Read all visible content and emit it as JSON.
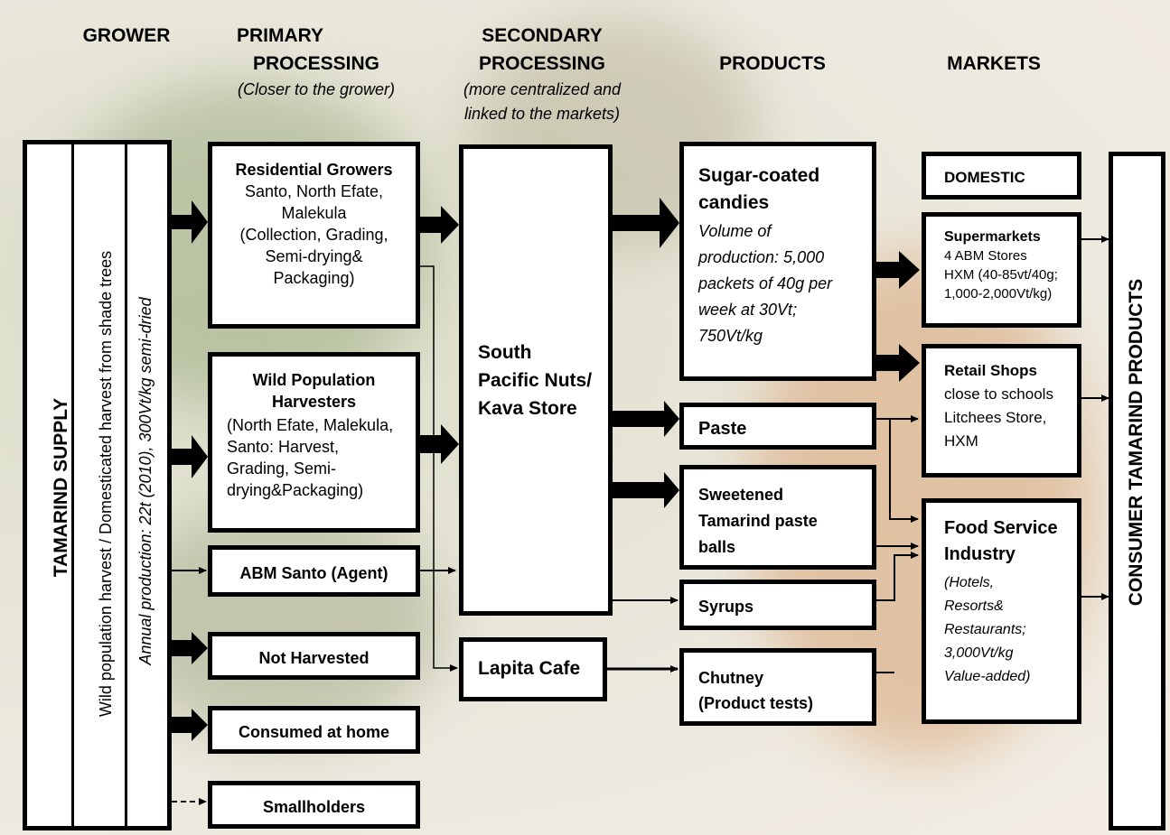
{
  "headers": {
    "grower": "GROWER",
    "primary": "PRIMARY",
    "processing1": "PROCESSING",
    "primary_note": "(Closer to the grower)",
    "secondary": "SECONDARY",
    "processing2": "PROCESSING",
    "secondary_note1": "(more centralized and",
    "secondary_note2": "linked to the markets)",
    "products": "PRODUCTS",
    "markets": "MARKETS"
  },
  "supply": {
    "title": "TAMARIND SUPPLY",
    "harvest": "Wild population harvest / Domesticated harvest from shade trees",
    "annual": "Annual production: 22t (2010), 300Vt/kg semi-dried"
  },
  "primary": {
    "residential": {
      "title": "Residential Growers",
      "lines": [
        "Santo, North Efate,",
        "Malekula",
        "(Collection, Grading,",
        "Semi-drying&",
        "Packaging)"
      ]
    },
    "wild": {
      "title1": "Wild Population",
      "title2": "Harvesters",
      "lines": [
        "(North Efate, Malekula,",
        "Santo: Harvest,",
        "Grading, Semi-",
        "drying&Packaging)"
      ]
    },
    "abm": "ABM Santo (Agent)",
    "not_harvested": "Not Harvested",
    "consumed": "Consumed at home",
    "smallholders": "Smallholders"
  },
  "secondary": {
    "spn": [
      "South",
      "Pacific Nuts/",
      "Kava Store"
    ],
    "lapita": "Lapita Cafe"
  },
  "products": {
    "candies": {
      "title1": "Sugar-coated",
      "title2": "candies",
      "lines": [
        "Volume of",
        "production: 5,000",
        "packets of 40g per",
        "week at 30Vt;",
        "750Vt/kg"
      ]
    },
    "paste": "Paste",
    "balls": [
      "Sweetened",
      "Tamarind paste",
      "balls"
    ],
    "syrups": "Syrups",
    "chutney": [
      "Chutney",
      "(Product tests)"
    ]
  },
  "markets": {
    "domestic": "DOMESTIC",
    "supermarkets": {
      "title": "Supermarkets",
      "lines": [
        "4 ABM Stores",
        "HXM (40-85vt/40g;",
        "1,000-2,000Vt/kg)"
      ]
    },
    "retail": {
      "title": "Retail Shops",
      "lines": [
        "close to schools",
        "Litchees Store,",
        "HXM"
      ]
    },
    "food": {
      "title1": "Food Service",
      "title2": "Industry",
      "lines": [
        "(Hotels,",
        "Resorts&",
        "Restaurants;",
        "3,000Vt/kg",
        "Value-added)"
      ]
    }
  },
  "consumer": "CONSUMER TAMARIND PRODUCTS"
}
